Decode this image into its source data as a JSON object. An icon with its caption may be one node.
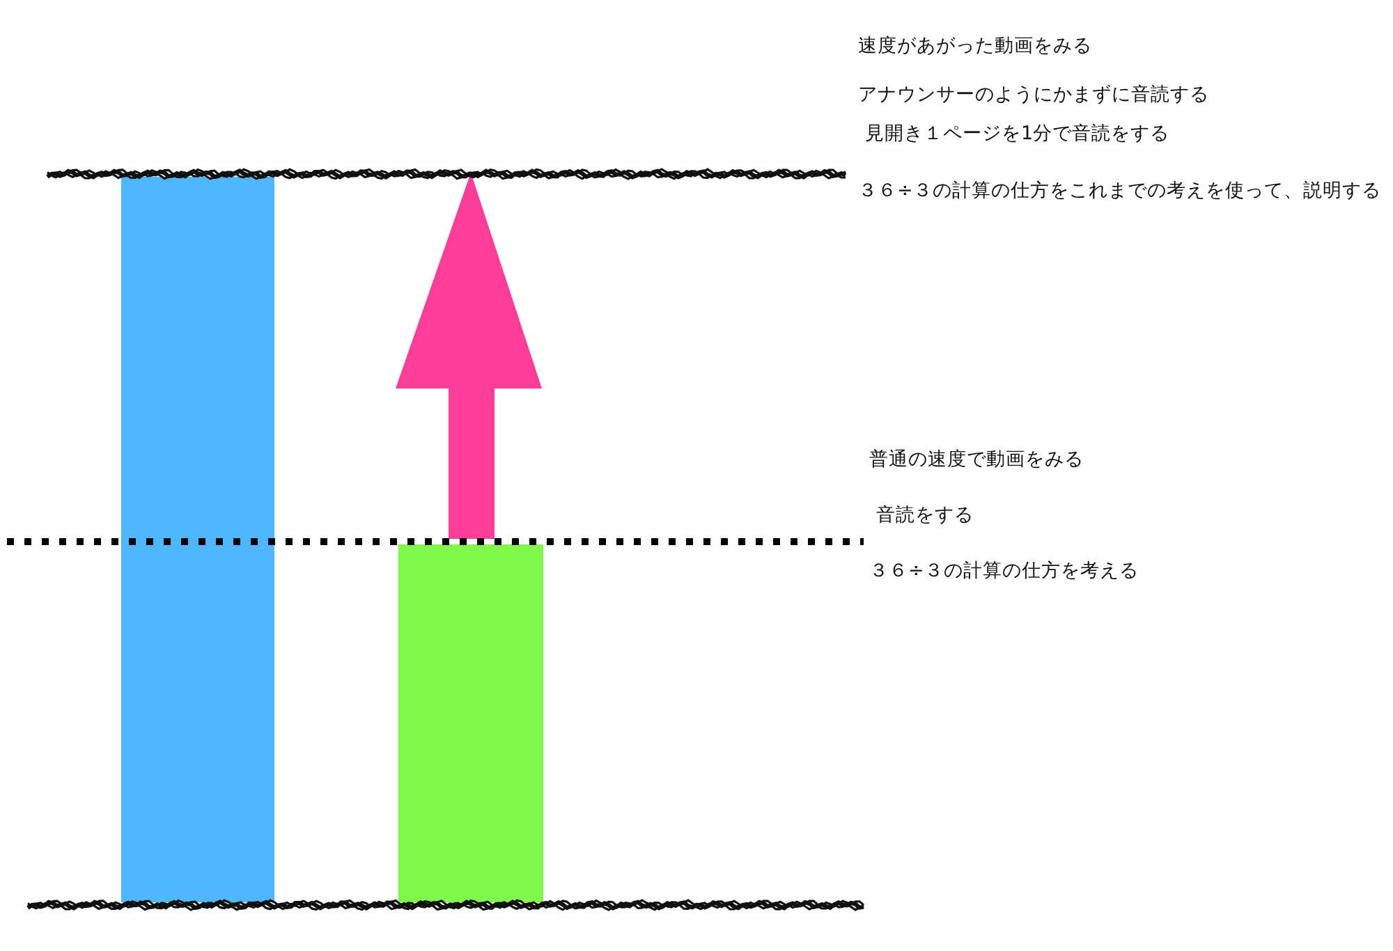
{
  "diagram": {
    "nodes": [
      {
        "text": [],
        "shape": "bar"
      },
      {
        "text": [],
        "shape": "bar"
      }
    ],
    "labels": [
      "速度があがった動画をみる",
      "アナウンサーのようにかまずに音読する",
      "見開き１ページを1分で音読をする",
      "３６÷３の計算の仕方をこれまでの考えを使って、説明する",
      "普通の速度で動画をみる",
      "音読をする",
      "３６÷３の計算の仕方を考える"
    ]
  }
}
